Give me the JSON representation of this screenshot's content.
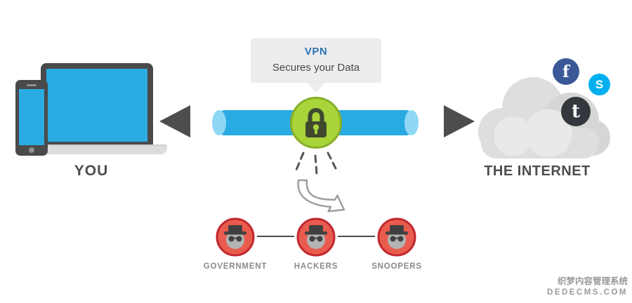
{
  "labels": {
    "you": "YOU",
    "internet": "THE INTERNET"
  },
  "callout": {
    "title": "VPN",
    "subtitle": "Secures your Data"
  },
  "threats": [
    {
      "label": "GOVERNMENT"
    },
    {
      "label": "HACKERS"
    },
    {
      "label": "SNOOPERS"
    }
  ],
  "social": {
    "facebook_glyph": "f",
    "skype_glyph": "S",
    "twitter_glyph": "t"
  },
  "watermark": {
    "line1": "织梦内容管理系统",
    "line2": "DEDECMS.COM"
  },
  "colors": {
    "tunnel_blue": "#29abe2",
    "lock_green": "#a9d43a",
    "threat_red": "#e85b4e",
    "dark_gray": "#4d4d4d",
    "facebook_blue": "#3b5998",
    "skype_blue": "#00aff0",
    "twitter_dark": "#33383e"
  }
}
